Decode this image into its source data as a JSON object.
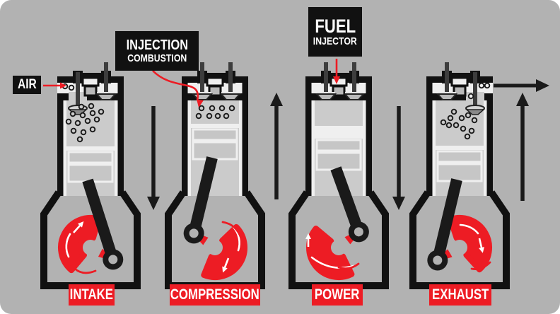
{
  "colors": {
    "background": "#b2b2b2",
    "page": "#ffffff",
    "black": "#111111",
    "red": "#ed1c24",
    "bore_gray": "#cbcbcb",
    "piston_gray": "#c6c6c6",
    "liner_white": "#efefef",
    "stem_gray": "#3d3d3d",
    "valve_gray": "#b9b9b9",
    "label_text": "#ffffff"
  },
  "callouts": {
    "air": {
      "label": "AIR"
    },
    "injection_combustion": {
      "line1": "INJECTION",
      "line2": "COMBUSTION"
    },
    "fuel_injector": {
      "line1": "FUEL",
      "line2": "INJECTOR"
    }
  },
  "strokes": [
    {
      "id": "intake",
      "label": "INTAKE",
      "intake_valve": "open",
      "exhaust_valve": "closed",
      "piston_motion": "down",
      "chamber_contents": "air-dots"
    },
    {
      "id": "compression",
      "label": "COMPRESSION",
      "intake_valve": "closed",
      "exhaust_valve": "closed",
      "piston_motion": "up",
      "chamber_contents": "compressed-air-dots"
    },
    {
      "id": "power",
      "label": "POWER",
      "intake_valve": "closed",
      "exhaust_valve": "closed",
      "piston_motion": "down",
      "chamber_contents": "combustion-gas"
    },
    {
      "id": "exhaust",
      "label": "EXHAUST",
      "intake_valve": "closed",
      "exhaust_valve": "open",
      "piston_motion": "up",
      "chamber_contents": "exhaust-gas-dots"
    }
  ],
  "flow_arrows": [
    {
      "id": "piston-motion-arrow-1",
      "direction": "down"
    },
    {
      "id": "piston-motion-arrow-2",
      "direction": "up"
    },
    {
      "id": "piston-motion-arrow-3",
      "direction": "down"
    },
    {
      "id": "piston-motion-arrow-4",
      "direction": "up"
    },
    {
      "id": "exhaust-out-arrow",
      "direction": "right"
    }
  ]
}
